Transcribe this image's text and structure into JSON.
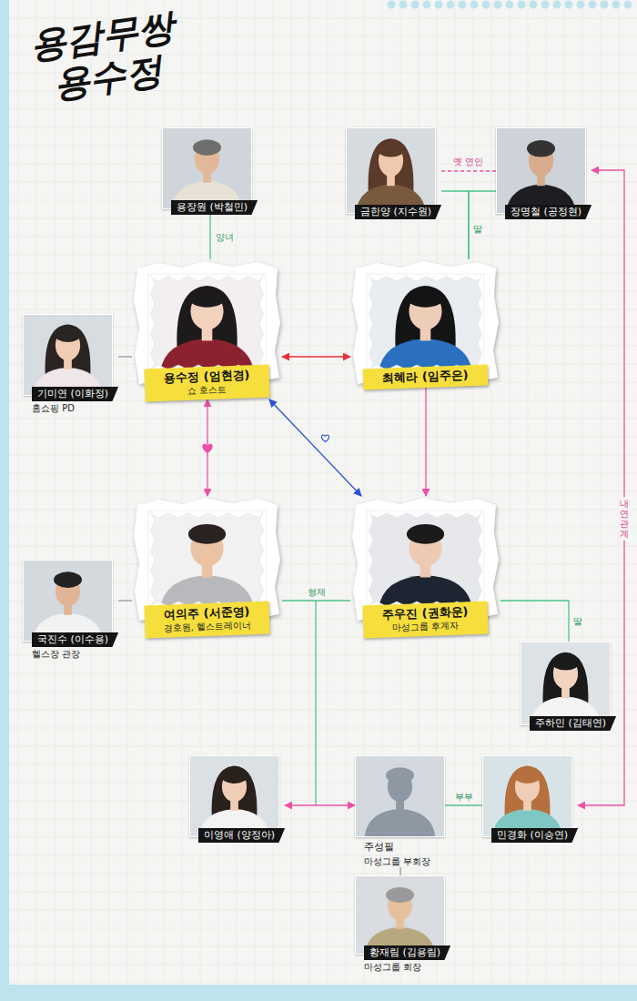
{
  "diagram": {
    "title": "용감무쌍 용수정",
    "nodes": [
      {
        "text": [
          "용장원 (박철민)"
        ]
      },
      {
        "text": [
          "금한양 (지수원)"
        ]
      },
      {
        "text": [
          "장명철 (공정현)"
        ]
      },
      {
        "text": [
          "기미연 (이화정)",
          "홈쇼핑 PD"
        ]
      },
      {
        "text": [
          "용수정 (엄현경)",
          "쇼 호스트"
        ]
      },
      {
        "text": [
          "최혜라 (임주은)"
        ]
      },
      {
        "text": [
          "국진수 (이수용)",
          "헬스장 관장"
        ]
      },
      {
        "text": [
          "여의주 (서준영)",
          "경호원, 헬스트레이너"
        ]
      },
      {
        "text": [
          "주우진 (권화운)",
          "마성그룹 후계자"
        ]
      },
      {
        "text": [
          "주하민 (김태연)"
        ]
      },
      {
        "text": [
          "이영애 (양정아)"
        ]
      },
      {
        "text": [
          "주성필",
          "마성그룹 부회장"
        ]
      },
      {
        "text": [
          "민경화 (이승연)"
        ]
      },
      {
        "text": [
          "황재림 (김용림)",
          "마성그룹 회장"
        ]
      }
    ],
    "edges": [
      {
        "from": 0,
        "to": 4,
        "arrow": "none",
        "label": "양녀"
      },
      {
        "from": 1,
        "to": 2,
        "arrow": "none",
        "label": "옛 연인"
      },
      {
        "from": 1,
        "to": 5,
        "arrow": "none"
      },
      {
        "from": 2,
        "to": 5,
        "arrow": "none",
        "label": "딸"
      },
      {
        "from": 4,
        "to": 5,
        "arrow": "both"
      },
      {
        "from": 4,
        "to": 7,
        "arrow": "both"
      },
      {
        "from": 4,
        "to": 8,
        "arrow": "both"
      },
      {
        "from": 5,
        "to": 8,
        "arrow": "to"
      },
      {
        "from": 3,
        "to": 4,
        "arrow": "none"
      },
      {
        "from": 6,
        "to": 7,
        "arrow": "none"
      },
      {
        "from": 7,
        "to": 8,
        "arrow": "none",
        "label": "형제"
      },
      {
        "from": 8,
        "to": 9,
        "arrow": "none",
        "label": "딸"
      },
      {
        "from": 10,
        "to": 11,
        "arrow": "both"
      },
      {
        "from": 11,
        "to": 12,
        "arrow": "none",
        "label": "부부"
      },
      {
        "from": 11,
        "to": 13,
        "arrow": "none"
      },
      {
        "from": 2,
        "to": 12,
        "arrow": "both",
        "label": "내연관계"
      }
    ]
  }
}
